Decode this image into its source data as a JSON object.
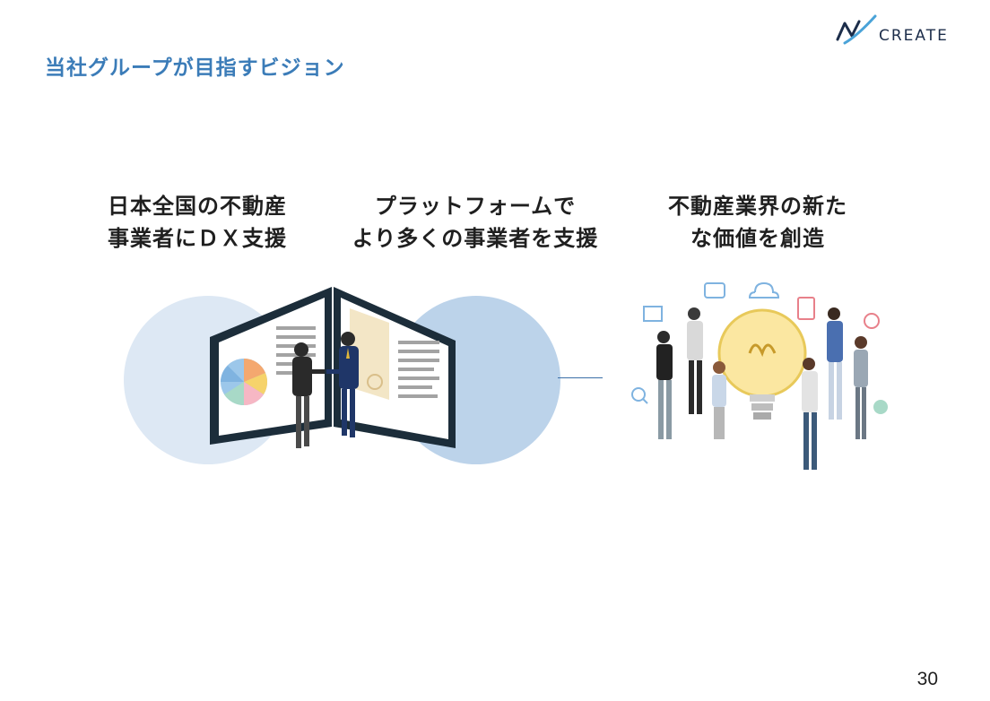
{
  "slide": {
    "title": "当社グループが目指すビジョン",
    "page_number": "30"
  },
  "logo": {
    "text": "CREATE",
    "colors": {
      "mark_dark": "#1c2d4a",
      "mark_accent": "#4aa3d8"
    }
  },
  "vision_items": [
    {
      "line1": "日本全国の不動産",
      "line2": "事業者にＤＸ支援"
    },
    {
      "line1": "プラットフォームで",
      "line2": "より多くの事業者を支援"
    },
    {
      "line1": "不動産業界の新た",
      "line2": "な価値を創造"
    }
  ],
  "colors": {
    "title": "#3b7cb8",
    "circle_light": "#dde8f4",
    "circle_mid": "#bcd3ea",
    "connector": "#3b6fa8",
    "text": "#1f1f1f"
  }
}
